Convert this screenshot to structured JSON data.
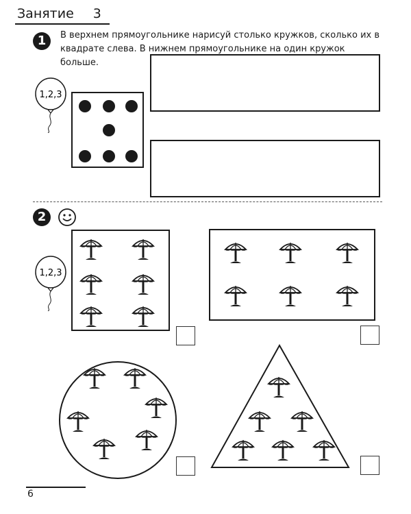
{
  "header": {
    "title": "Занятие",
    "lesson_number": "3"
  },
  "task1": {
    "number": "1",
    "instruction": "В верхнем прямоугольнике нарисуй столько кружков, сколько их в квадрате слева. В нижнем прямоугольнике на один кружок больше.",
    "balloon_label": "1,2,3",
    "dot_count": 7
  },
  "task2": {
    "number": "2",
    "balloon_label": "1,2,3",
    "smiley_icon": "smiley-face-icon",
    "umbrella_icon": "beach-umbrella-icon",
    "shapes": [
      {
        "shape": "square",
        "umbrella_count": 6
      },
      {
        "shape": "rectangle",
        "umbrella_count": 6
      },
      {
        "shape": "circle",
        "umbrella_count": 6
      },
      {
        "shape": "triangle",
        "umbrella_count": 6
      }
    ]
  },
  "footer": {
    "page_number": "6"
  }
}
